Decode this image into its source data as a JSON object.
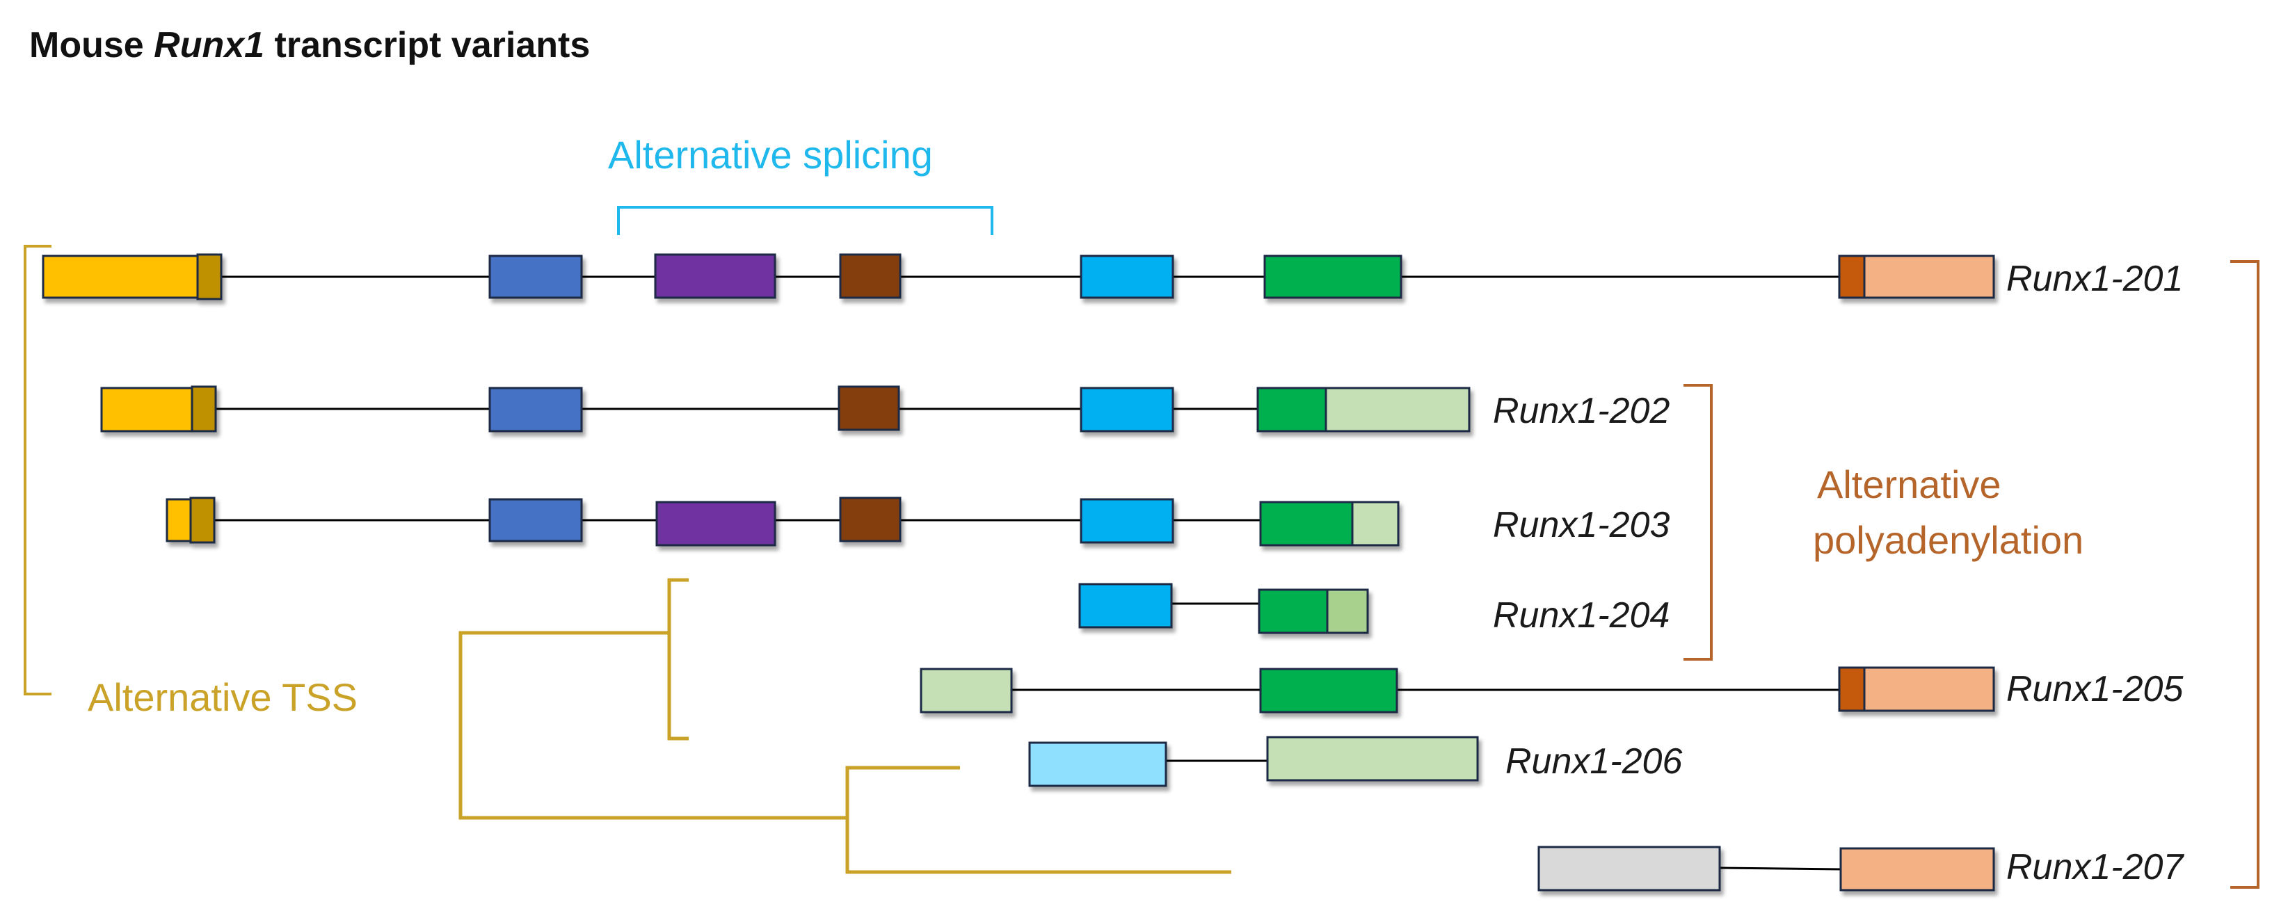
{
  "title": {
    "prefix": "Mouse ",
    "gene": "Runx1",
    "suffix": " transcript variants"
  },
  "annotations": {
    "splicing": "Alternative splicing",
    "tss": "Alternative TSS",
    "polyadenylation_line1": "Alternative",
    "polyadenylation_line2": "polyadenylation"
  },
  "transcripts": [
    {
      "id": "t201",
      "label": "Runx1-201"
    },
    {
      "id": "t202",
      "label": "Runx1-202"
    },
    {
      "id": "t203",
      "label": "Runx1-203"
    },
    {
      "id": "t204",
      "label": "Runx1-204"
    },
    {
      "id": "t205",
      "label": "Runx1-205"
    },
    {
      "id": "t206",
      "label": "Runx1-206"
    },
    {
      "id": "t207",
      "label": "Runx1-207"
    }
  ],
  "colors": {
    "exon_yellow": "#FFC000",
    "exon_yellow_dark": "#BF9000",
    "exon_blue": "#4472C4",
    "exon_purple": "#7030A0",
    "exon_brown": "#843C0C",
    "exon_cyan": "#00B0F0",
    "exon_green": "#00B050",
    "exon_lightgreen": "#C5E0B4",
    "exon_peach": "#F4B183",
    "exon_orange": "#C55A11",
    "exon_lightcyan": "#8FDFFF",
    "exon_gray": "#D9D9D9",
    "splicing_color": "#1FB8EC",
    "tss_color": "#C9A227",
    "polya_color": "#B5652A"
  }
}
